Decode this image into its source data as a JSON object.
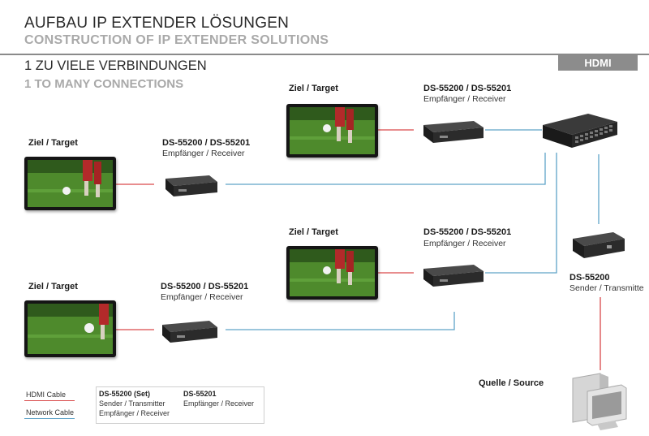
{
  "header": {
    "title_de": "AUFBAU IP EXTENDER LÖSUNGEN",
    "title_en": "CONSTRUCTION OF IP EXTENDER SOLUTIONS",
    "badge": "HDMI",
    "subtitle_de": "1 ZU VIELE VERBINDUNGEN",
    "subtitle_en": "1 TO MANY CONNECTIONS"
  },
  "targets": [
    {
      "label": "Ziel / Target"
    },
    {
      "label": "Ziel / Target"
    },
    {
      "label": "Ziel / Target"
    },
    {
      "label": "Ziel / Target"
    }
  ],
  "receivers": [
    {
      "model": "DS-55200 / DS-55201",
      "role": "Empfänger / Receiver"
    },
    {
      "model": "DS-55200 / DS-55201",
      "role": "Empfänger / Receiver"
    },
    {
      "model": "DS-55200 / DS-55201",
      "role": "Empfänger / Receiver"
    },
    {
      "model": "DS-55200 /  DS-55201",
      "role": "Empfänger / Receiver"
    }
  ],
  "sender": {
    "model": "DS-55200",
    "role": "Sender / Transmitte"
  },
  "source": {
    "label": "Quelle / Source"
  },
  "legend": {
    "hdmi_cable": "HDMI Cable",
    "network_cable": "Network Cable",
    "set_model": "DS-55200 (Set)",
    "set_line1": "Sender / Transmitter",
    "set_line2": "Empfänger / Receiver",
    "single_model": "DS-55201",
    "single_line1": "Empfänger / Receiver"
  },
  "colors": {
    "hdmi_cable": "#d9494a",
    "network_cable": "#5fa3c8",
    "badge": "#8c8c8c"
  }
}
